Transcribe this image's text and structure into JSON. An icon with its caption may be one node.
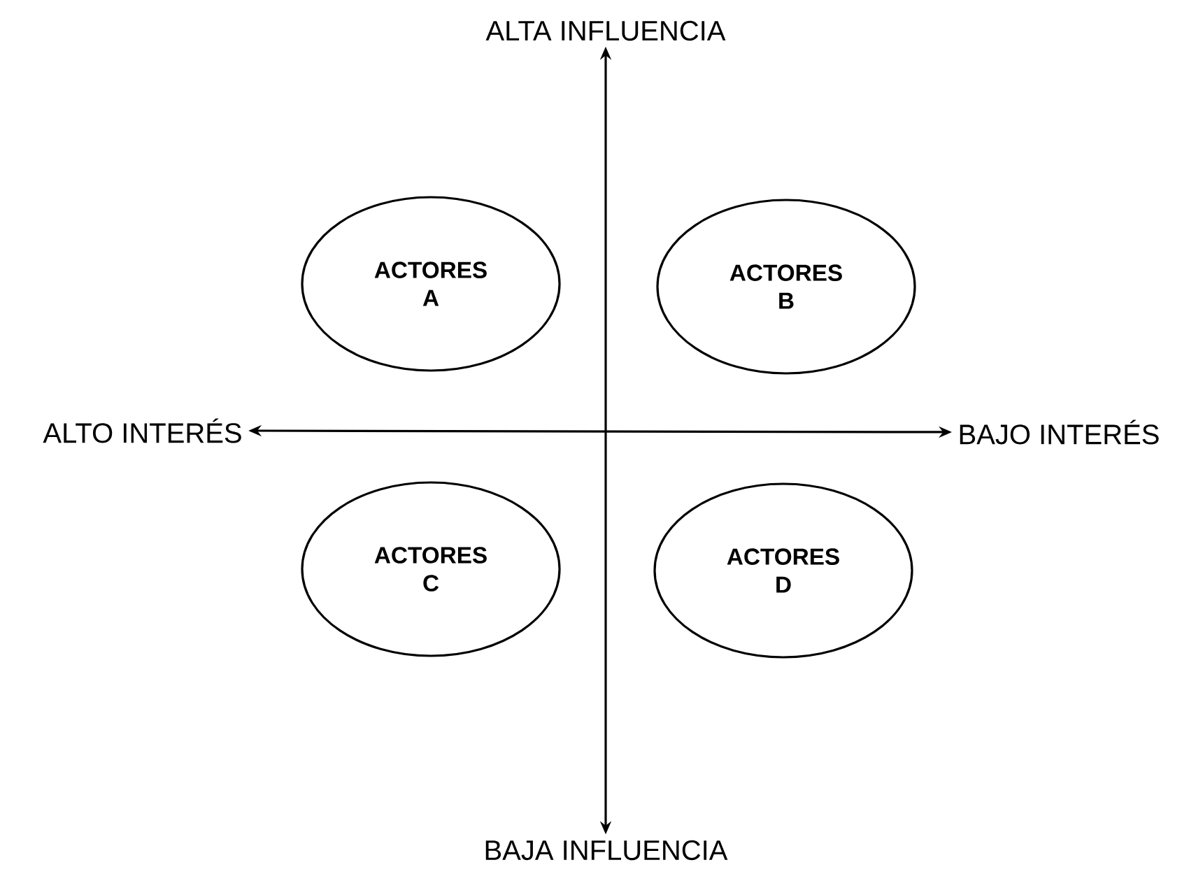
{
  "diagram": {
    "nodes": [
      {
        "text": [
          "ALTA INFLUENCIA"
        ]
      },
      {
        "text": [
          "ACTORES A"
        ]
      },
      {
        "text": [
          "ACTORES B"
        ]
      },
      {
        "text": [
          "ALTO INTERÉS"
        ]
      },
      {
        "text": [
          "BAJO INTERÉS"
        ]
      },
      {
        "text": [
          "ACTORES C"
        ]
      },
      {
        "text": [
          "ACTORES D"
        ]
      },
      {
        "text": [
          "BAJA INFLUENCIA"
        ]
      }
    ],
    "edges": [
      {
        "from": 0,
        "to": 7,
        "arrow": "both"
      },
      {
        "from": 3,
        "to": 4,
        "arrow": "both"
      }
    ]
  }
}
